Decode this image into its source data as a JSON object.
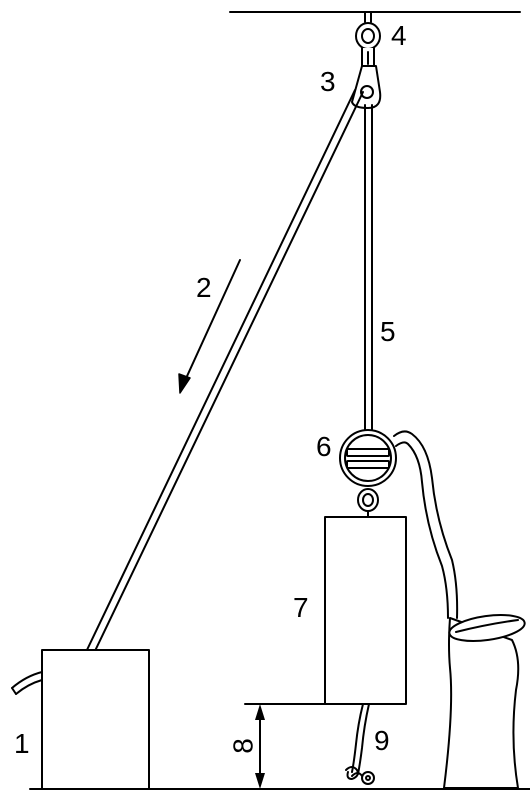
{
  "labels": {
    "l1": "1",
    "l2": "2",
    "l3": "3",
    "l4": "4",
    "l5": "5",
    "l6": "6",
    "l7": "7",
    "l8": "8",
    "l9": "9"
  },
  "colors": {
    "ink": "#000000",
    "background": "#ffffff"
  }
}
